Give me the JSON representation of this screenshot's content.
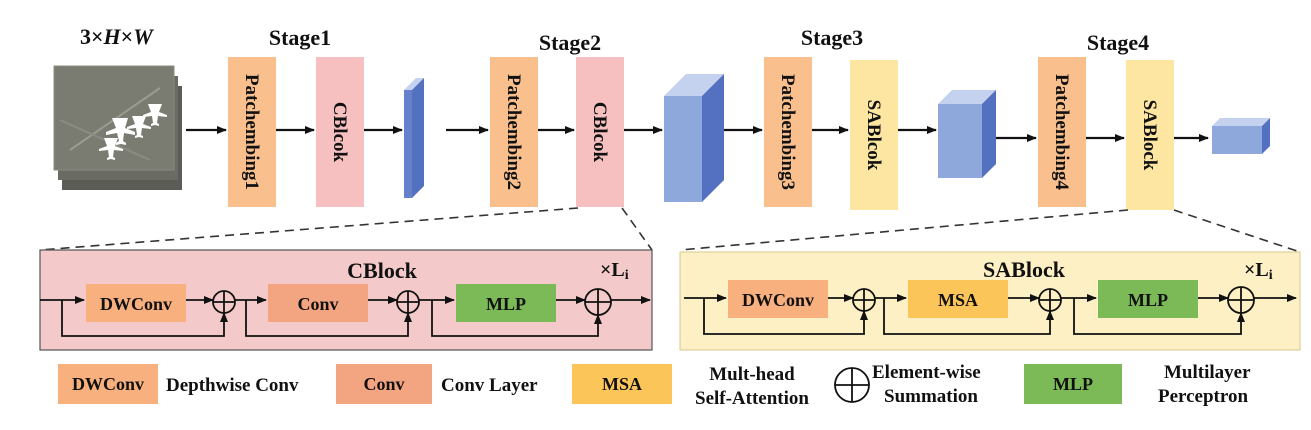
{
  "input": {
    "label_prefix": "3×",
    "label_h": "H",
    "label_mid": "×",
    "label_w": "W"
  },
  "stages": [
    {
      "title": "Stage1",
      "patch": "Patchembing1",
      "block": "CBlcok"
    },
    {
      "title": "Stage2",
      "patch": "Patchembing2",
      "block": "CBlcok"
    },
    {
      "title": "Stage3",
      "patch": "Patchembing3",
      "block": "SABlcok"
    },
    {
      "title": "Stage4",
      "patch": "Patchembing4",
      "block": "SABlock"
    }
  ],
  "cblock": {
    "title": "CBlock",
    "repeat": "×L",
    "repeat_sub": "i",
    "modules": [
      "DWConv",
      "Conv",
      "MLP"
    ]
  },
  "sablock": {
    "title": "SABlock",
    "repeat": "×L",
    "repeat_sub": "i",
    "modules": [
      "DWConv",
      "MSA",
      "MLP"
    ]
  },
  "legend": {
    "dwconv_box": "DWConv",
    "dwconv_desc": "Depthwise Conv",
    "conv_box": "Conv",
    "conv_desc": "Conv Layer",
    "msa_box": "MSA",
    "msa_desc_1": "Mult-head",
    "msa_desc_2": "Self-Attention",
    "sum_desc_1": "Element-wise",
    "sum_desc_2": "Summation",
    "mlp_box": "MLP",
    "mlp_desc_1": "Multilayer",
    "mlp_desc_2": "Perceptron"
  },
  "colors": {
    "patch": "#f9c08e",
    "cblock": "#f7c0c0",
    "sablock": "#fde5a2",
    "cube_front": "#8ea8dc",
    "cube_top": "#c4d2ef",
    "cube_side": "#5470c0",
    "dwconv": "#f7b07e",
    "conv": "#f3a481",
    "msa": "#fbc55a",
    "mlp": "#7cba57",
    "cblock_panel": "#f4c9c9",
    "sablock_panel": "#fdf0c4"
  }
}
